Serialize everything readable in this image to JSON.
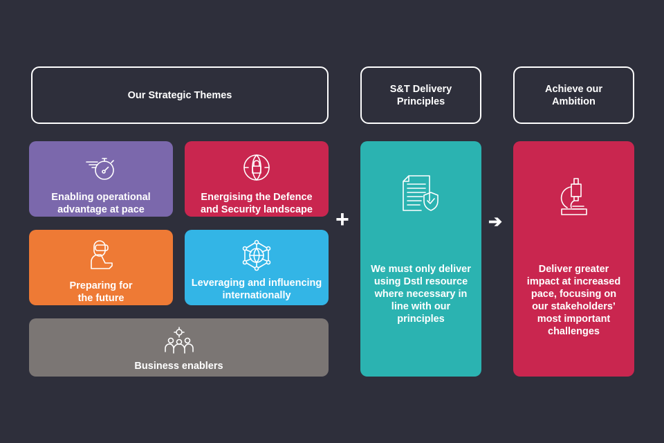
{
  "headers": {
    "themes": "Our Strategic Themes",
    "principles": "S&T Delivery\nPrinciples",
    "ambition": "Achieve our\nAmbition"
  },
  "themes": [
    {
      "label": "Enabling operational advantage at pace",
      "icon": "stopwatch-icon",
      "color": "#7b68ac"
    },
    {
      "label": "Energising the Defence and Security landscape",
      "icon": "globe-lock-icon",
      "color": "#c9264f"
    },
    {
      "label": "Preparing for the future",
      "icon": "vr-headset-person-icon",
      "color": "#ee7a35"
    },
    {
      "label": "Leveraging and influencing internationally",
      "icon": "network-globe-icon",
      "color": "#33b5e6"
    },
    {
      "label": "Business enablers",
      "icon": "team-gear-icon",
      "color": "#7b7674"
    }
  ],
  "principles_card": {
    "text": "We must only deliver using Dstl resource where necessary in line with our principles",
    "icon": "document-shield-icon",
    "color": "#2bb3b1"
  },
  "ambition_card": {
    "text": "Deliver greater impact at increased pace, focusing on our stakeholders’ most important challenges",
    "icon": "microscope-icon",
    "color": "#c9264f"
  },
  "connectors": {
    "plus": "+",
    "arrow": "➔"
  }
}
